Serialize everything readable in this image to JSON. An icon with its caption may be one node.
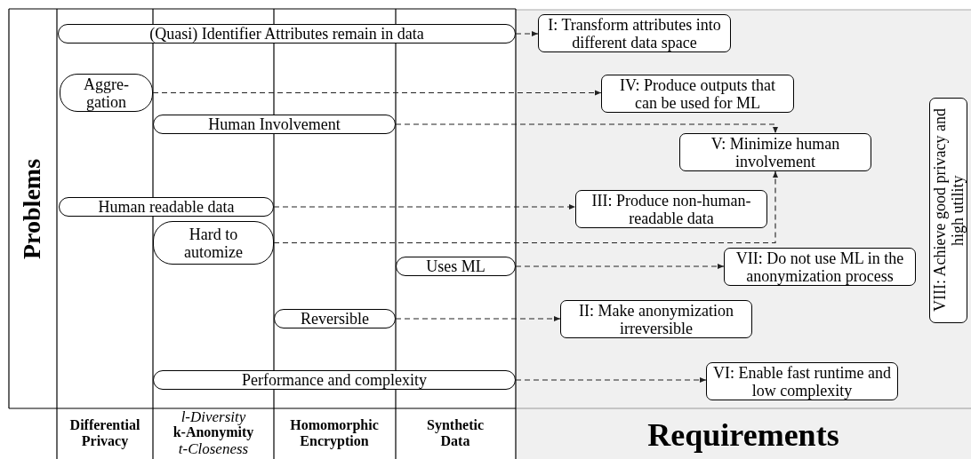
{
  "diagram": {
    "nodes": [
      {
        "text": [
          "(Quasi) Identifier Attributes remain in data"
        ]
      },
      {
        "text": [
          "Aggre- gation"
        ]
      },
      {
        "text": [
          "Human Involvement"
        ]
      },
      {
        "text": [
          "Human readable data"
        ]
      },
      {
        "text": [
          "Hard to automize"
        ]
      },
      {
        "text": [
          "Uses ML"
        ]
      },
      {
        "text": [
          "Reversible"
        ]
      },
      {
        "text": [
          "Performance and complexity"
        ]
      },
      {
        "text": [
          "I: Transform attributes into different data space"
        ]
      },
      {
        "text": [
          "IV: Produce outputs that can be used for ML"
        ]
      },
      {
        "text": [
          "V: Minimize human involvement"
        ]
      },
      {
        "text": [
          "III: Produce non-human-readable data"
        ]
      },
      {
        "text": [
          "VII: Do not use ML in the anonymization process"
        ]
      },
      {
        "text": [
          "II: Make anonymization irreversible"
        ]
      },
      {
        "text": [
          "VI: Enable fast runtime and low complexity"
        ]
      },
      {
        "text": [
          "VIII: Achieve good privacy and high utility"
        ]
      }
    ],
    "edges": [
      {
        "from": 0,
        "to": 8,
        "arrow": "to",
        "style": "dashed"
      },
      {
        "from": 1,
        "to": 9,
        "arrow": "to",
        "style": "dashed"
      },
      {
        "from": 2,
        "to": 10,
        "arrow": "to",
        "style": "dashed"
      },
      {
        "from": 3,
        "to": 11,
        "arrow": "to",
        "style": "dashed"
      },
      {
        "from": 4,
        "to": 10,
        "arrow": "to",
        "style": "dashed"
      },
      {
        "from": 5,
        "to": 12,
        "arrow": "to",
        "style": "dashed"
      },
      {
        "from": 6,
        "to": 13,
        "arrow": "to",
        "style": "dashed"
      },
      {
        "from": 7,
        "to": 14,
        "arrow": "to",
        "style": "dashed"
      }
    ],
    "labels": [
      "Problems",
      "Differential Privacy",
      "l-Diversity",
      "k-Anonymity",
      "t-Closeness",
      "Homomorphic Encryption",
      "Synthetic Data",
      "Requirements"
    ]
  }
}
